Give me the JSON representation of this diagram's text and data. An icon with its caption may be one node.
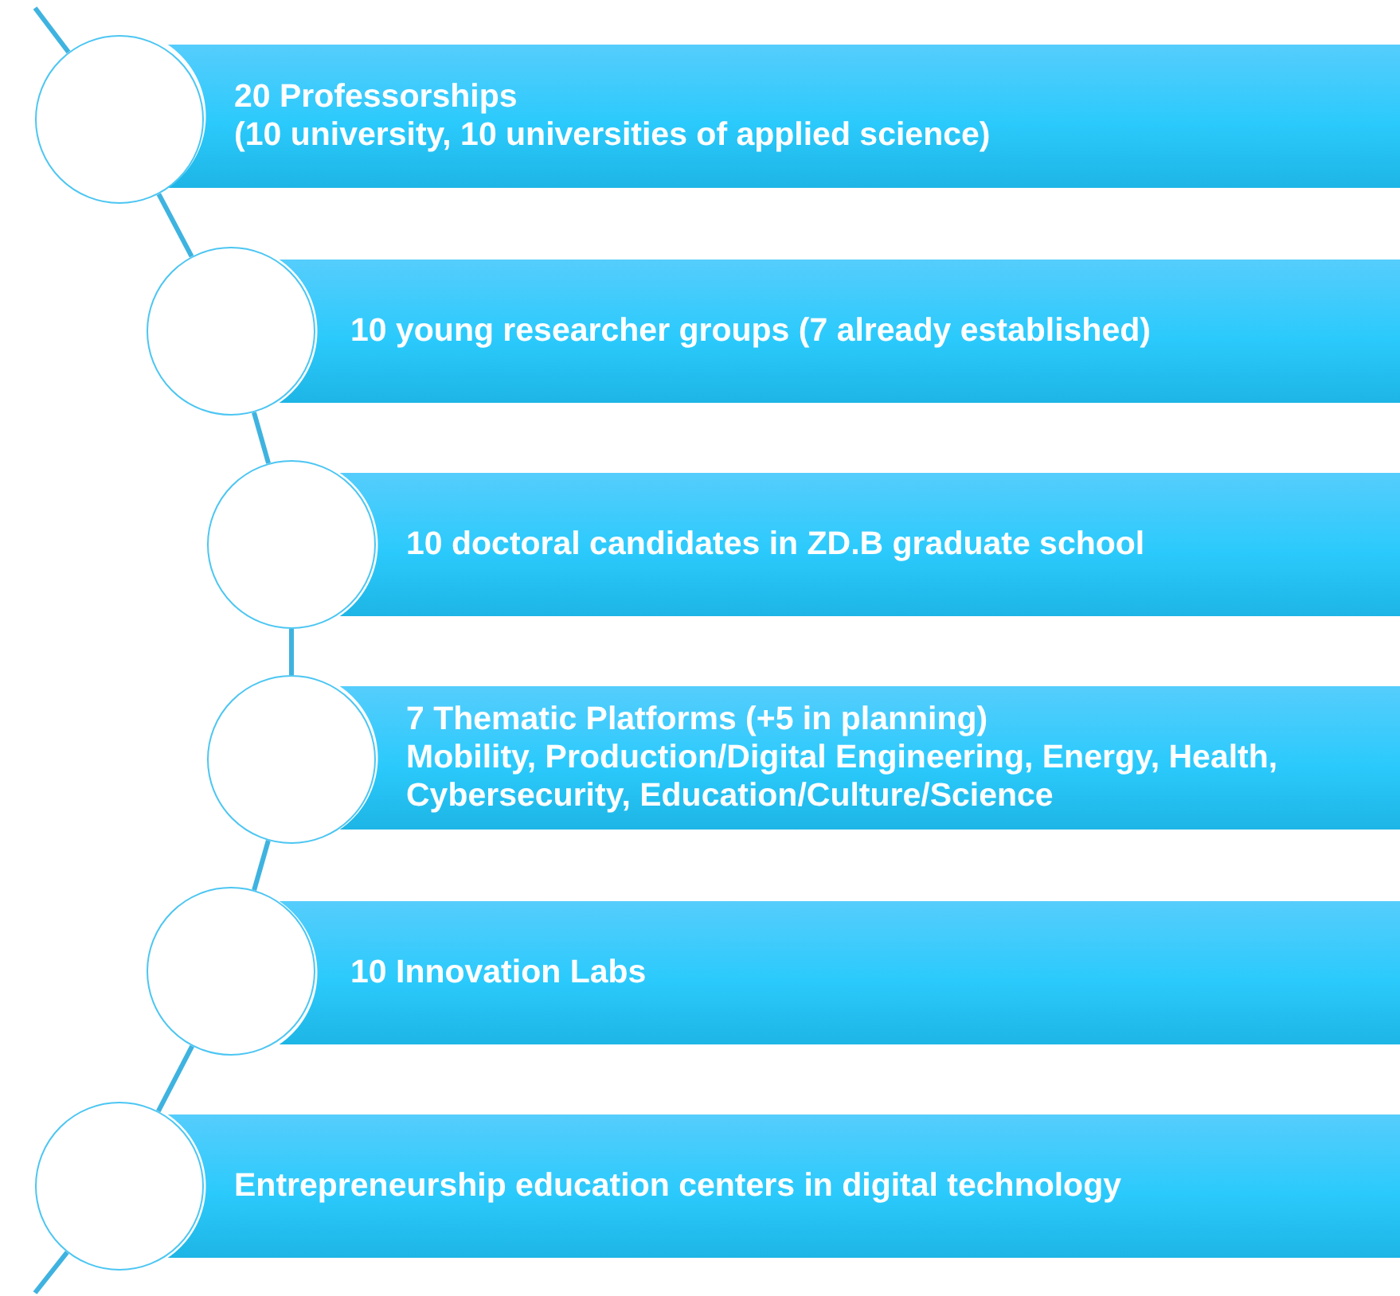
{
  "diagram": {
    "nodes": [
      {
        "text": [
          "20 Professorships",
          "(10 university, 10 universities of applied science)"
        ]
      },
      {
        "text": [],
        "shape": "circle"
      },
      {
        "text": [
          "10 young researcher groups (7 already established)"
        ]
      },
      {
        "text": [],
        "shape": "circle"
      },
      {
        "text": [
          "10 doctoral candidates in ZD.B graduate school"
        ]
      },
      {
        "text": [],
        "shape": "circle"
      },
      {
        "text": [
          "7 Thematic Platforms (+5 in planning)",
          "Mobility, Production/Digital Engineering, Energy, Health, Cybersecurity, Education/Culture/Science"
        ]
      },
      {
        "text": [],
        "shape": "circle"
      },
      {
        "text": [
          "10 Innovation Labs"
        ]
      },
      {
        "text": [],
        "shape": "circle"
      },
      {
        "text": [
          "Entrepreneurship education centers in digital technology"
        ]
      },
      {
        "text": [],
        "shape": "circle"
      }
    ],
    "edges": [
      {
        "from": null,
        "to": 1,
        "arrow": "none"
      },
      {
        "from": 1,
        "to": 3,
        "arrow": "none"
      },
      {
        "from": 3,
        "to": 5,
        "arrow": "none"
      },
      {
        "from": 5,
        "to": 7,
        "arrow": "none"
      },
      {
        "from": 7,
        "to": 9,
        "arrow": "none"
      },
      {
        "from": 9,
        "to": 11,
        "arrow": "none"
      },
      {
        "from": 11,
        "to": null,
        "arrow": "none"
      }
    ]
  }
}
